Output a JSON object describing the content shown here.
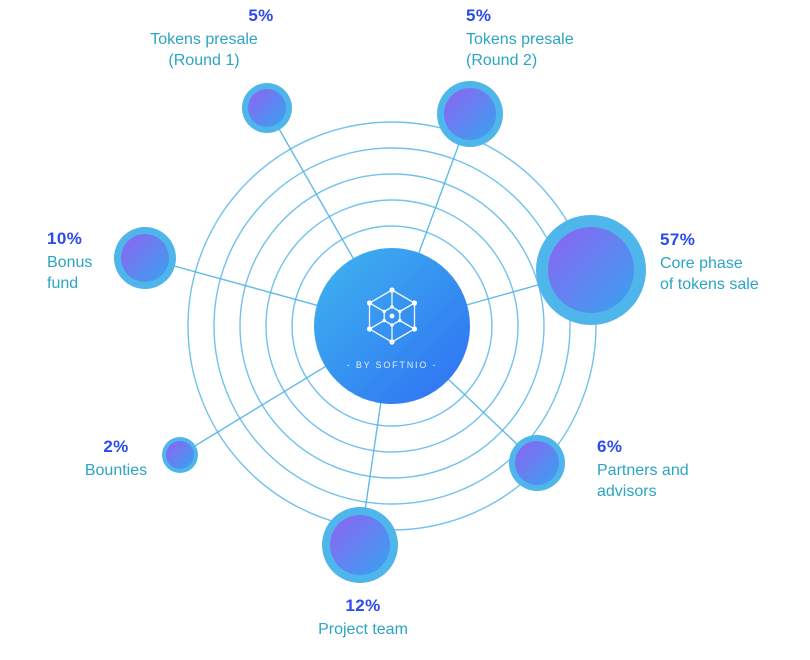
{
  "diagram": {
    "center": {
      "caption": "- BY SOFTNIO -"
    },
    "segments": [
      {
        "id": "tokens-presale-round-1",
        "percent": "5%",
        "lines": [
          "Tokens presale",
          "(Round 1)"
        ]
      },
      {
        "id": "tokens-presale-round-2",
        "percent": "5%",
        "lines": [
          "Tokens presale",
          "(Round 2)"
        ]
      },
      {
        "id": "core-phase-of-tokens-sale",
        "percent": "57%",
        "lines": [
          "Core phase",
          "of tokens sale"
        ]
      },
      {
        "id": "partners-and-advisors",
        "percent": "6%",
        "lines": [
          "Partners and",
          "advisors"
        ]
      },
      {
        "id": "project-team",
        "percent": "12%",
        "lines": [
          "Project team"
        ]
      },
      {
        "id": "bounties",
        "percent": "2%",
        "lines": [
          "Bounties"
        ]
      },
      {
        "id": "bonus-fund",
        "percent": "10%",
        "lines": [
          "Bonus",
          "fund"
        ]
      }
    ]
  },
  "chart_data": {
    "type": "pie",
    "categories": [
      "Tokens presale (Round 1)",
      "Tokens presale (Round 2)",
      "Core phase of tokens sale",
      "Partners and advisors",
      "Project team",
      "Bounties",
      "Bonus fund"
    ],
    "values": [
      5,
      5,
      57,
      6,
      12,
      2,
      10
    ],
    "unit": "%",
    "legend_position": "around-nodes",
    "grid": "concentric-orbits"
  },
  "colors": {
    "percent_text": "#2b4af0",
    "label_text": "#2aa5c4",
    "orbit_stroke": "#4fb3e8",
    "node_halo": "#4fb6ec",
    "node_gradient_start": "#8f62f2",
    "node_gradient_end": "#36a3f0",
    "center_gradient_start": "#3fb5f0",
    "center_gradient_end": "#2e6ff2"
  }
}
